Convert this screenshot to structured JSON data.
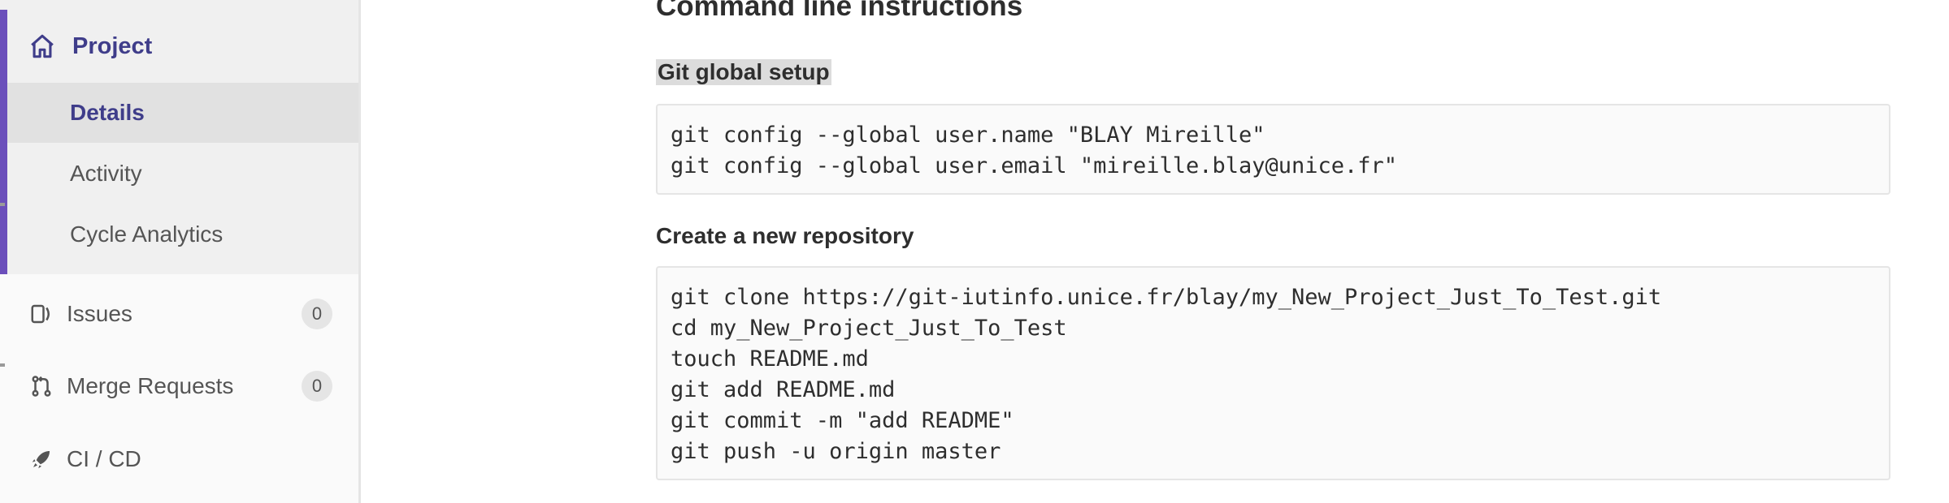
{
  "sidebar": {
    "project": {
      "label": "Project",
      "icon": "home-icon"
    },
    "project_items": [
      {
        "label": "Details",
        "active": true
      },
      {
        "label": "Activity",
        "active": false
      },
      {
        "label": "Cycle Analytics",
        "active": false
      }
    ],
    "items": [
      {
        "label": "Issues",
        "icon": "issues-icon",
        "count": "0"
      },
      {
        "label": "Merge Requests",
        "icon": "merge-request-icon",
        "count": "0"
      },
      {
        "label": "CI / CD",
        "icon": "rocket-icon"
      }
    ],
    "accent_color": "#6b4fbb"
  },
  "main": {
    "title": "Command line instructions",
    "git_global_setup": {
      "heading": "Git global setup",
      "lines": [
        "git config --global user.name \"BLAY Mireille\"",
        "git config --global user.email \"mireille.blay@unice.fr\""
      ]
    },
    "create_repo": {
      "heading": "Create a new repository",
      "lines": [
        "git clone https://git-iutinfo.unice.fr/blay/my_New_Project_Just_To_Test.git",
        "cd my_New_Project_Just_To_Test",
        "touch README.md",
        "git add README.md",
        "git commit -m \"add README\"",
        "git push -u origin master"
      ]
    }
  }
}
